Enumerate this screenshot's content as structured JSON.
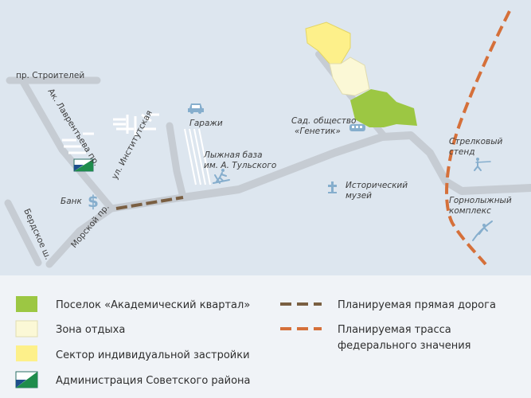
{
  "map": {
    "streets": {
      "stroiteley": "пр. Строителей",
      "lavrentyeva": "Ак. Лаврентьева пр.",
      "institutskaya": "ул. Институтская",
      "morskoy": "Морской пр.",
      "berdskoe": "Бердское ш."
    },
    "places": {
      "garages": "Гаражи",
      "ski_base": [
        "Лыжная база",
        "им. А. Тульского"
      ],
      "garden": [
        "Сад. общество",
        "«Генетик»"
      ],
      "bank": "Банк",
      "museum": [
        "Исторический",
        "музей"
      ],
      "shooting": [
        "Стрелковый",
        "стенд"
      ],
      "ski_complex": [
        "Горнолыжный",
        "комплекс"
      ]
    },
    "icons": [
      "car-icon",
      "skier-icon",
      "bus-icon",
      "bank-icon",
      "museum-icon",
      "shooter-icon",
      "ski-jump-icon",
      "administration-flag-icon"
    ]
  },
  "legend": {
    "items": [
      {
        "label": "Поселок «Академический квартал»",
        "color": "#9cc743"
      },
      {
        "label": "Зона отдыха",
        "color": "#fbf8d6"
      },
      {
        "label": "Сектор индивидуальной застройки",
        "color": "#fdf08a"
      },
      {
        "label": "Администрация Советского района",
        "color": "administration-flag"
      },
      {
        "label": "Планируемая прямая дорога",
        "color": "#7a5f42"
      },
      {
        "label": "Планируемая трасса",
        "color": "#d5703a"
      },
      {
        "label": "федерального значения",
        "color": "#d5703a"
      }
    ]
  },
  "colors": {
    "background": "#dde6ef",
    "road": "#c6ccd3",
    "planned_road": "#7a5f42",
    "federal_route": "#d5703a"
  }
}
